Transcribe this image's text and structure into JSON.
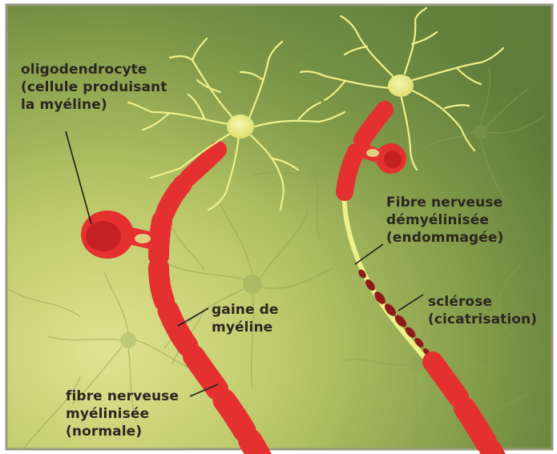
{
  "labels": {
    "oligodendrocyte": "oligodendrocyte\n(cellule produisant\nla myéline)",
    "fibre_demyelinisee": "Fibre nerveuse\ndémyélinisée\n(endommagée)",
    "sclerose": "sclérose\n(cicatrisation)",
    "gaine": "gaine de\nmyéline",
    "fibre_myelinisee": "fibre nerveuse\nmyélinisée\n(normale)"
  },
  "colors": {
    "background_light": "#dfe28f",
    "background_dark": "#5e7a3c",
    "myelin_red": "#e53030",
    "myelin_dark": "#b81e1e",
    "axon_yellow": "#eef08a",
    "scar_dark_red": "#8e1a1a",
    "text": "#2b2620",
    "frame": "#9a9a7e"
  }
}
